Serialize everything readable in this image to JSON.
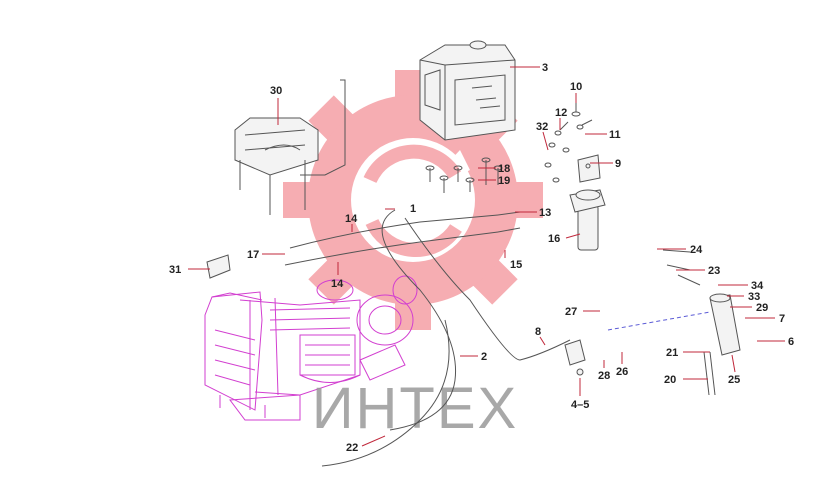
{
  "diagram": {
    "watermark_text": "ИНТЕХ",
    "colors": {
      "gear_watermark": "#ef6b74",
      "engine": "#d23fd0",
      "leader": "#c0283b",
      "callout_text": "#222222",
      "text_watermark": "#9a9a9a"
    },
    "callouts": {
      "c1": "1",
      "c2": "2",
      "c3": "3",
      "c45": "4–5",
      "c6": "6",
      "c7": "7",
      "c8": "8",
      "c9": "9",
      "c10": "10",
      "c11": "11",
      "c12": "12",
      "c13": "13",
      "c14a": "14",
      "c14b": "14",
      "c15": "15",
      "c16": "16",
      "c17": "17",
      "c18": "18",
      "c19": "19",
      "c20": "20",
      "c21": "21",
      "c22": "22",
      "c23": "23",
      "c24": "24",
      "c25": "25",
      "c26": "26",
      "c27": "27",
      "c28": "28",
      "c29": "29",
      "c30": "30",
      "c31": "31",
      "c32": "32",
      "c33": "33",
      "c34": "34"
    }
  }
}
